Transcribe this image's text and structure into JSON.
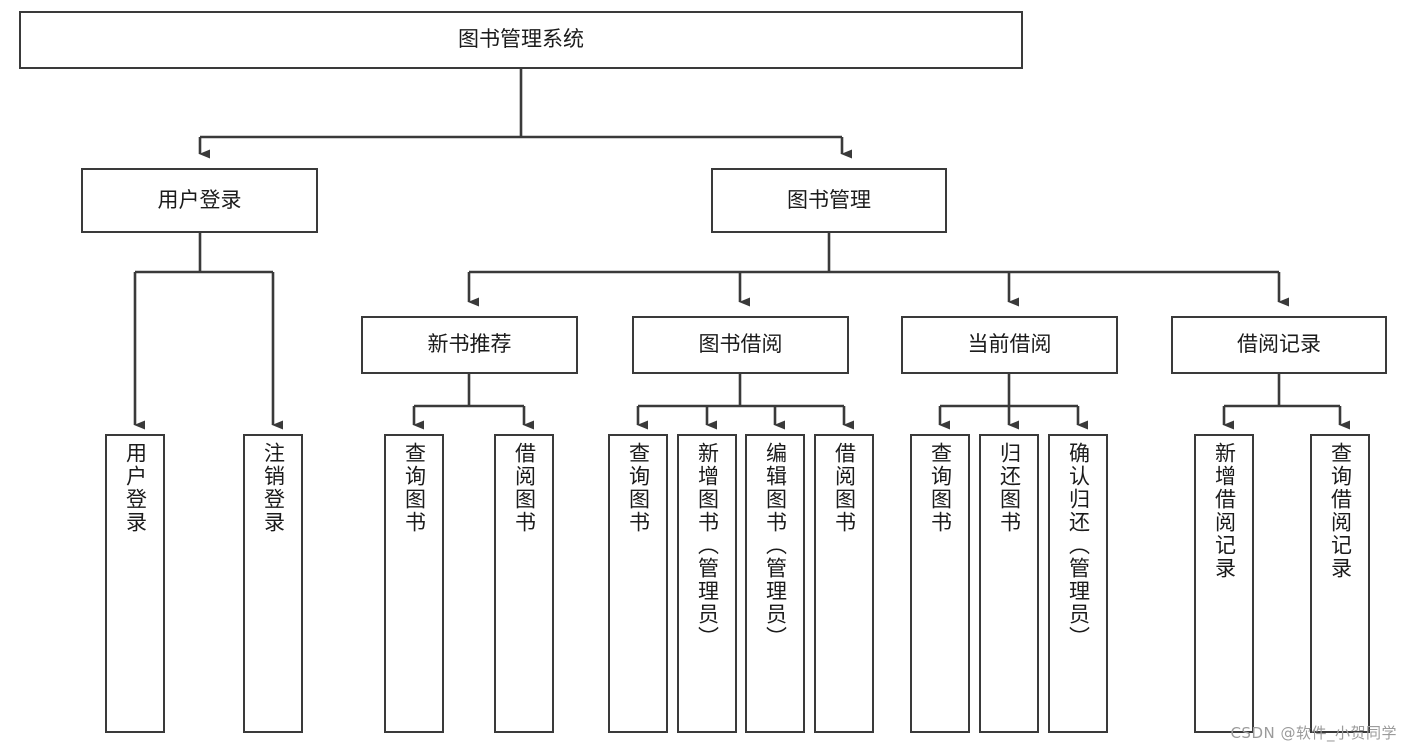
{
  "diagram": {
    "type": "tree-hierarchy",
    "title": "图书管理系统",
    "root": {
      "id": "root",
      "label": "图书管理系统",
      "orientation": "horizontal"
    },
    "level2": [
      {
        "id": "user-login",
        "label": "用户登录",
        "orientation": "horizontal"
      },
      {
        "id": "book-manage",
        "label": "图书管理",
        "orientation": "horizontal"
      }
    ],
    "level3": [
      {
        "id": "new-book-recommend",
        "label": "新书推荐",
        "orientation": "horizontal",
        "parent": "book-manage"
      },
      {
        "id": "book-borrow",
        "label": "图书借阅",
        "orientation": "horizontal",
        "parent": "book-manage"
      },
      {
        "id": "current-borrow",
        "label": "当前借阅",
        "orientation": "horizontal",
        "parent": "book-manage"
      },
      {
        "id": "borrow-record",
        "label": "借阅记录",
        "orientation": "horizontal",
        "parent": "book-manage"
      }
    ],
    "leaves": [
      {
        "id": "leaf-user-login",
        "label": "用户登录",
        "parent": "user-login"
      },
      {
        "id": "leaf-logout",
        "label": "注销登录",
        "parent": "user-login"
      },
      {
        "id": "leaf-query-book-1",
        "label": "查询图书",
        "parent": "new-book-recommend"
      },
      {
        "id": "leaf-borrow-book-1",
        "label": "借阅图书",
        "parent": "new-book-recommend"
      },
      {
        "id": "leaf-query-book-2",
        "label": "查询图书",
        "parent": "book-borrow"
      },
      {
        "id": "leaf-add-book",
        "label": "新增图书（管理员）",
        "parent": "book-borrow"
      },
      {
        "id": "leaf-edit-book",
        "label": "编辑图书（管理员）",
        "parent": "book-borrow"
      },
      {
        "id": "leaf-borrow-book-2",
        "label": "借阅图书",
        "parent": "book-borrow"
      },
      {
        "id": "leaf-query-book-3",
        "label": "查询图书",
        "parent": "current-borrow"
      },
      {
        "id": "leaf-return-book",
        "label": "归还图书",
        "parent": "current-borrow"
      },
      {
        "id": "leaf-confirm-return",
        "label": "确认归还（管理员）",
        "parent": "current-borrow"
      },
      {
        "id": "leaf-add-record",
        "label": "新增借阅记录",
        "parent": "borrow-record"
      },
      {
        "id": "leaf-query-record",
        "label": "查询借阅记录",
        "parent": "borrow-record"
      }
    ],
    "colors": {
      "box_border": "#3a3a3a",
      "box_fill": "#ffffff",
      "connector": "#3a3a3a",
      "text": "#1b1b1b",
      "watermark": "#9b9b9b",
      "background": "#ffffff"
    }
  },
  "watermark": {
    "text": "CSDN @软件_小贺同学"
  }
}
